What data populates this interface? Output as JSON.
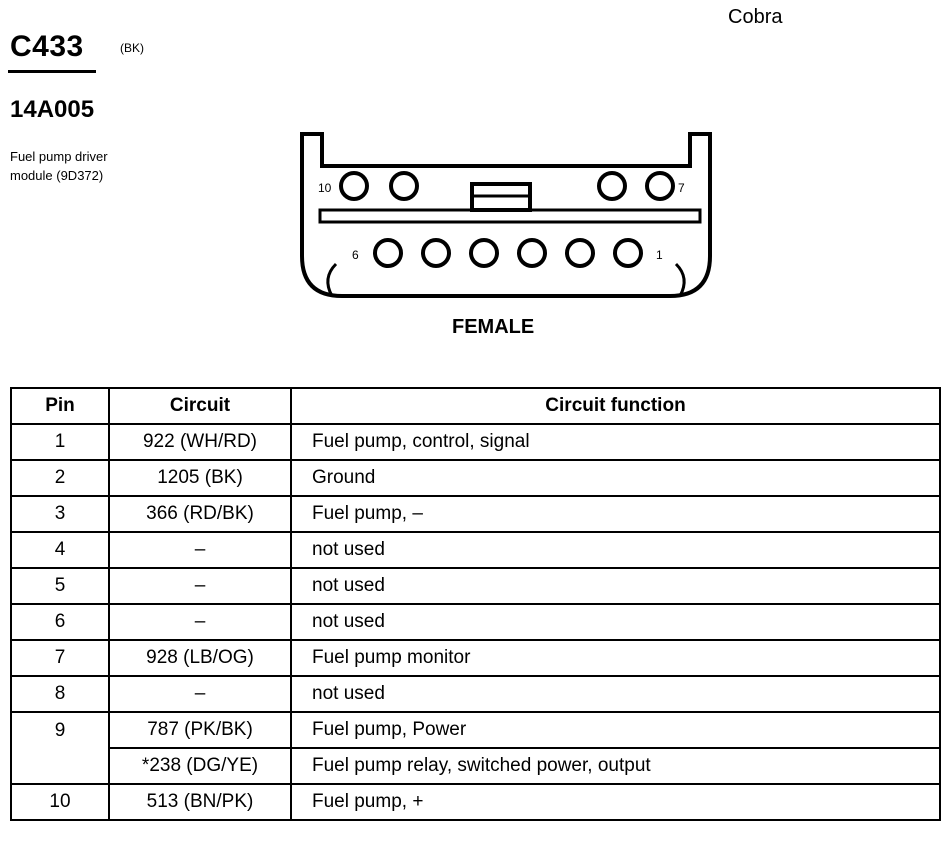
{
  "header": {
    "model": "Cobra",
    "connector_id": "C433",
    "connector_color": "(BK)",
    "part_number": "14A005",
    "description_lines": [
      "Fuel pump driver",
      "module (9D372)"
    ]
  },
  "diagram": {
    "pin_labels": {
      "top_left": "10",
      "top_right": "7",
      "bottom_left": "6",
      "bottom_right": "1"
    },
    "gender": "FEMALE"
  },
  "table": {
    "headers": {
      "pin": "Pin",
      "circuit": "Circuit",
      "function": "Circuit function"
    },
    "rows": [
      {
        "pin": "1",
        "circuit": "922 (WH/RD)",
        "function": "Fuel pump, control, signal"
      },
      {
        "pin": "2",
        "circuit": "1205 (BK)",
        "function": "Ground"
      },
      {
        "pin": "3",
        "circuit": "366 (RD/BK)",
        "function": "Fuel pump, –"
      },
      {
        "pin": "4",
        "circuit": "–",
        "function": "not used"
      },
      {
        "pin": "5",
        "circuit": "–",
        "function": "not used"
      },
      {
        "pin": "6",
        "circuit": "–",
        "function": "not used"
      },
      {
        "pin": "7",
        "circuit": "928 (LB/OG)",
        "function": "Fuel pump monitor"
      },
      {
        "pin": "8",
        "circuit": "–",
        "function": "not used"
      },
      {
        "pin": "9",
        "circuit": "787 (PK/BK)",
        "function": "Fuel pump, Power"
      },
      {
        "pin": "",
        "circuit": "*238 (DG/YE)",
        "function": "Fuel pump relay, switched power, output"
      },
      {
        "pin": "10",
        "circuit": "513 (BN/PK)",
        "function": "Fuel pump, +"
      }
    ]
  }
}
